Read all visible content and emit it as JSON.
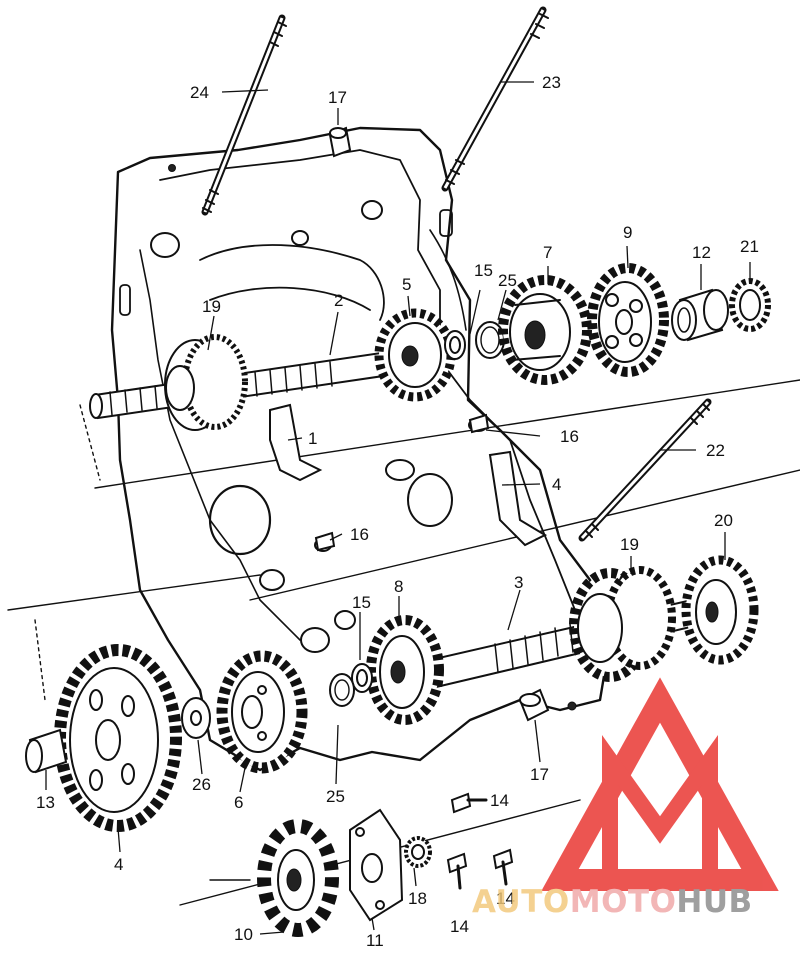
{
  "callouts": {
    "p24": "24",
    "p17_top": "17",
    "p23": "23",
    "p19_left": "19",
    "p2": "2",
    "p5": "5",
    "p15_top": "15",
    "p25_top": "25",
    "p7": "7",
    "p9": "9",
    "p12": "12",
    "p21": "21",
    "p1": "1",
    "p16_upper": "16",
    "p22": "22",
    "p4_fork": "4",
    "p16_lower": "16",
    "p20": "20",
    "p19_right": "19",
    "p3": "3",
    "p8": "8",
    "p15_bottom": "15",
    "p17_bottom": "17",
    "p13": "13",
    "p26": "26",
    "p6": "6",
    "p25_bottom": "25",
    "p14_a": "14",
    "p14_b": "14",
    "p14_c": "14",
    "p4_gear": "4",
    "p10": "10",
    "p11": "11",
    "p18": "18"
  },
  "watermark": {
    "word_auto": "AUTO",
    "word_moto": "MOTO",
    "word_hub": "HUB",
    "colors": {
      "auto": "#f2c879",
      "moto": "#f0a7a7",
      "hub": "#8a8a8a",
      "triangle": "#e9302c"
    }
  },
  "icons": [
    "transmission-exploded-diagram",
    "automotohub-logo"
  ]
}
